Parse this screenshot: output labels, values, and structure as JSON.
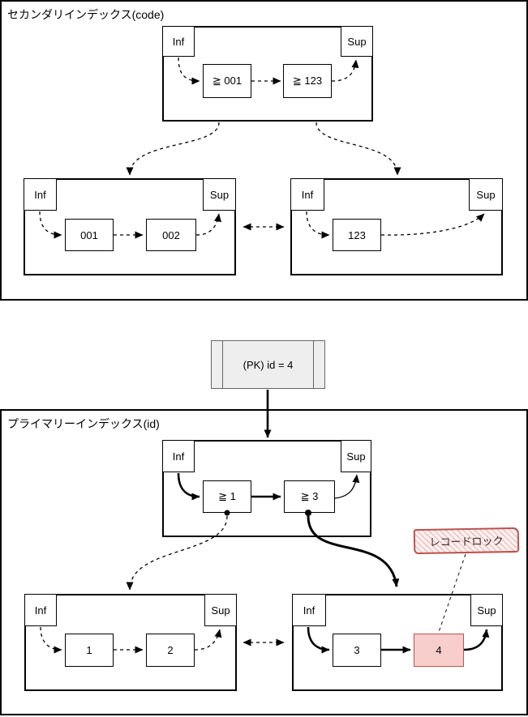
{
  "diagram": {
    "secondary_index": {
      "title": "セカンダリインデックス(code)",
      "root": {
        "inf": "Inf",
        "sup": "Sup",
        "key1": "≧ 001",
        "key2": "≧ 123"
      },
      "leaf_left": {
        "inf": "Inf",
        "sup": "Sup",
        "key1": "001",
        "key2": "002"
      },
      "leaf_right": {
        "inf": "Inf",
        "sup": "Sup",
        "key1": "123"
      }
    },
    "pk_pointer": {
      "label": "(PK) id = 4"
    },
    "primary_index": {
      "title": "プライマリーインデックス(id)",
      "root": {
        "inf": "Inf",
        "sup": "Sup",
        "key1": "≧ 1",
        "key2": "≧ 3"
      },
      "leaf_left": {
        "inf": "Inf",
        "sup": "Sup",
        "key1": "1",
        "key2": "2"
      },
      "leaf_right": {
        "inf": "Inf",
        "sup": "Sup",
        "key1": "3",
        "key2": "4"
      }
    },
    "record_lock": {
      "label": "レコードロック"
    },
    "colors": {
      "locked_cell_fill": "#f8cecc",
      "locked_cell_border": "#b85450",
      "lock_label_border": "#b85450",
      "pk_fill": "#eeeeee",
      "pk_border": "#666666",
      "line": "#000000"
    }
  }
}
